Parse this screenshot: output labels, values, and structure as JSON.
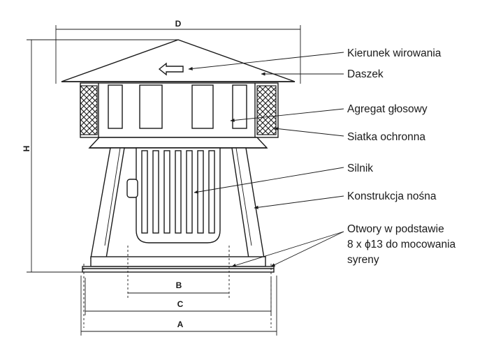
{
  "labels": {
    "rotation_direction": "Kierunek wirowania",
    "roof": "Daszek",
    "sound_unit": "Agregat głosowy",
    "protective_mesh": "Siatka ochronna",
    "motor": "Silnik",
    "support_structure": "Konstrukcja nośna",
    "base_holes_line1": "Otwory w podstawie",
    "base_holes_line2": "8 x ϕ13 do mocowania",
    "base_holes_line3": "syreny"
  },
  "dimensions": {
    "a": "A",
    "b": "B",
    "c": "C",
    "d": "D",
    "h": "H"
  },
  "colors": {
    "ink": "#1a1a1a",
    "background": "#ffffff"
  }
}
